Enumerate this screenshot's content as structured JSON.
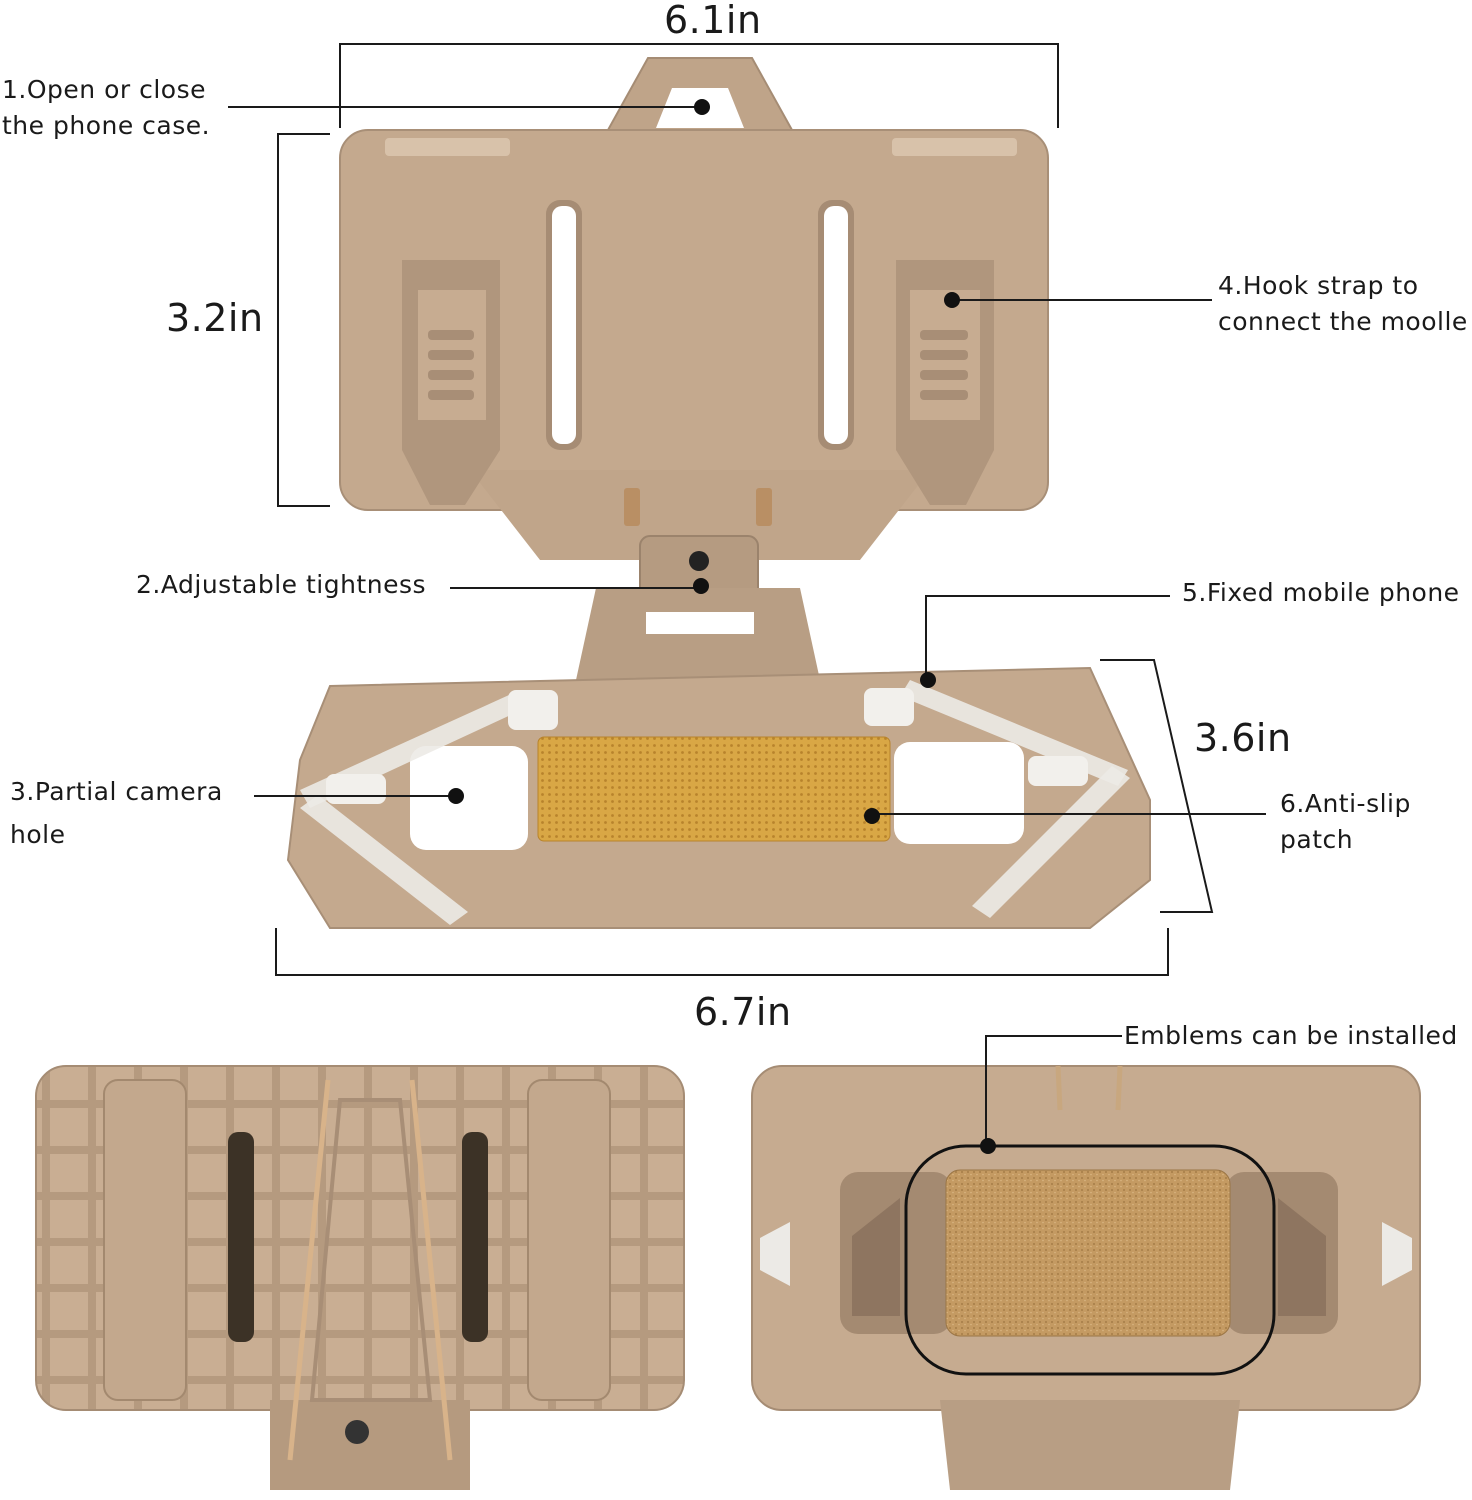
{
  "dimensions": {
    "top_width": "6.1in",
    "top_height": "3.2in",
    "base_depth": "3.6in",
    "base_width": "6.7in"
  },
  "callouts": [
    {
      "id": "c1",
      "lines": [
        "1.Open or close",
        "the phone case."
      ]
    },
    {
      "id": "c2",
      "lines": [
        "2.Adjustable tightness"
      ]
    },
    {
      "id": "c3",
      "lines": [
        "3.Partial camera",
        "hole"
      ]
    },
    {
      "id": "c4",
      "lines": [
        "4.Hook strap to",
        "connect the moolle"
      ]
    },
    {
      "id": "c5",
      "lines": [
        "5.Fixed mobile phone"
      ]
    },
    {
      "id": "c6",
      "lines": [
        "6.Anti-slip",
        "patch"
      ]
    },
    {
      "id": "c7",
      "lines": [
        "Emblems can be installed"
      ]
    }
  ],
  "colors": {
    "tan": "#c3a88d",
    "tan_dark": "#9f8670",
    "tan_light": "#d6bfa6",
    "patch_gold": "#d9a745",
    "velcro": "#c49a62",
    "band": "#eceae6",
    "line": "#1a1a1a"
  }
}
